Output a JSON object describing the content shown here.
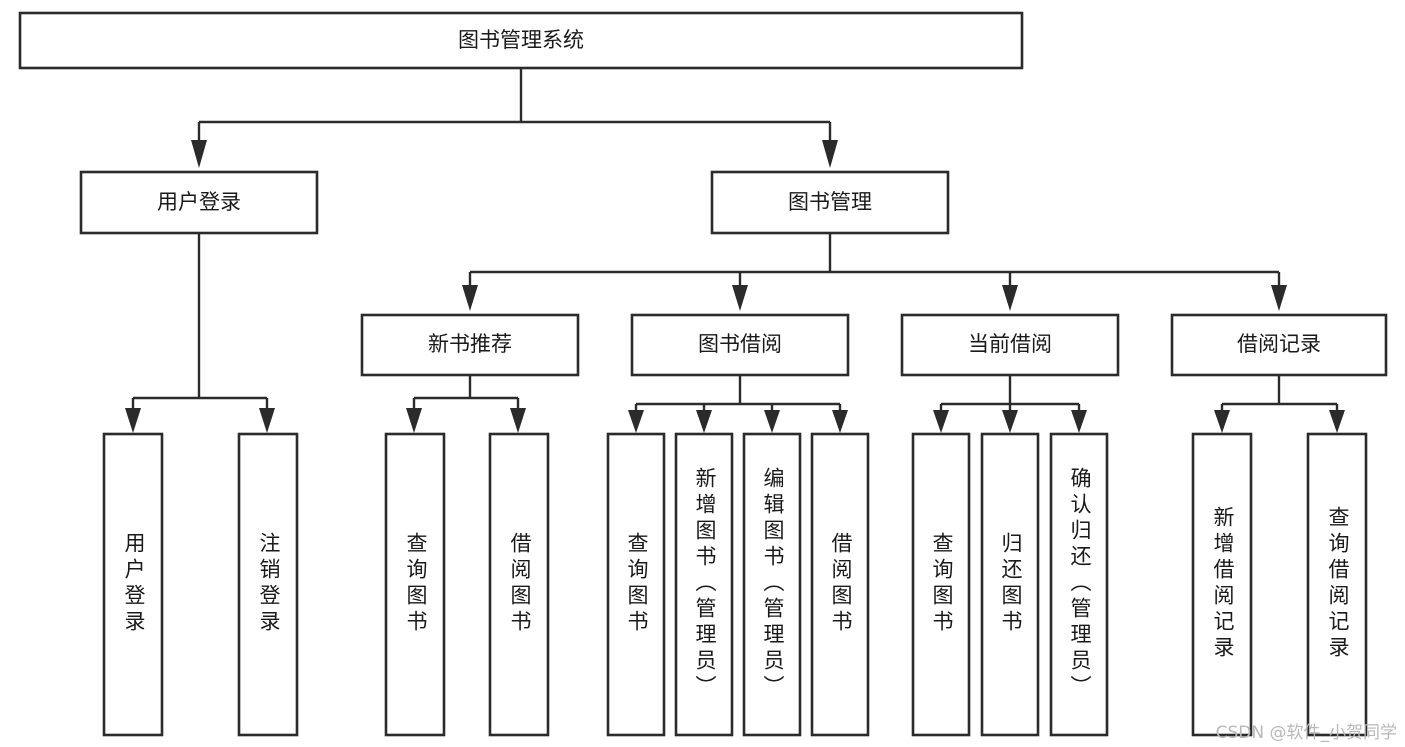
{
  "diagram": {
    "type": "tree-hierarchy",
    "title_node": {
      "id": "root",
      "label": "图书管理系统"
    },
    "level2": [
      {
        "id": "user-login",
        "label": "用户登录"
      },
      {
        "id": "book-manage",
        "label": "图书管理"
      }
    ],
    "level3": [
      {
        "id": "new-book-rec",
        "label": "新书推荐",
        "parent": "book-manage"
      },
      {
        "id": "book-borrow",
        "label": "图书借阅",
        "parent": "book-manage"
      },
      {
        "id": "current-borrow",
        "label": "当前借阅",
        "parent": "book-manage"
      },
      {
        "id": "borrow-record",
        "label": "借阅记录",
        "parent": "book-manage"
      }
    ],
    "leaves": {
      "user-login": [
        {
          "id": "leaf-user-login",
          "label": "用户登录"
        },
        {
          "id": "leaf-logout",
          "label": "注销登录"
        }
      ],
      "new-book-rec": [
        {
          "id": "leaf-query-book-1",
          "label": "查询图书"
        },
        {
          "id": "leaf-borrow-book-1",
          "label": "借阅图书"
        }
      ],
      "book-borrow": [
        {
          "id": "leaf-query-book-2",
          "label": "查询图书"
        },
        {
          "id": "leaf-add-book",
          "label": "新增图书（管理员）"
        },
        {
          "id": "leaf-edit-book",
          "label": "编辑图书（管理员）"
        },
        {
          "id": "leaf-borrow-book-2",
          "label": "借阅图书"
        }
      ],
      "current-borrow": [
        {
          "id": "leaf-query-book-3",
          "label": "查询图书"
        },
        {
          "id": "leaf-return-book",
          "label": "归还图书"
        },
        {
          "id": "leaf-confirm-return",
          "label": "确认归还（管理员）"
        }
      ],
      "borrow-record": [
        {
          "id": "leaf-add-record",
          "label": "新增借阅记录"
        },
        {
          "id": "leaf-query-record",
          "label": "查询借阅记录"
        }
      ]
    },
    "colors": {
      "box_stroke": "#2b2b2b",
      "box_fill": "#ffffff",
      "text": "#1a1a1a",
      "connector": "#2b2b2b",
      "background": "#ffffff",
      "watermark": "#b8b8b8"
    }
  },
  "watermark": {
    "text": "CSDN @软件_小贺同学"
  }
}
